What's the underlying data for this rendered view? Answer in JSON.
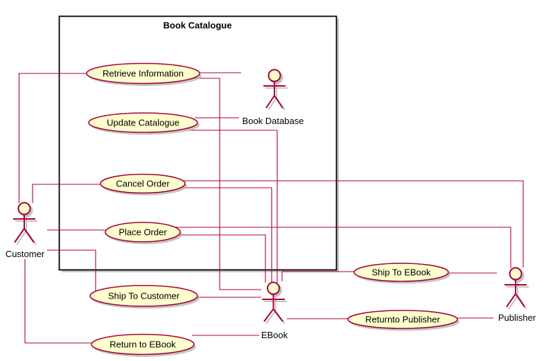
{
  "diagram": {
    "type": "uml-use-case-diagram",
    "title": "Book Catalogue",
    "colors": {
      "usecase_fill": "#FEFECE",
      "line_stroke": "#A80036",
      "boundary_border": "#000000",
      "shadow": "#B4B4B4",
      "text": "#000000",
      "background": "#FFFFFF"
    },
    "boundary": {
      "label": "Book Catalogue"
    },
    "actors": [
      {
        "id": "customer",
        "label": "Customer"
      },
      {
        "id": "book-database",
        "label": "Book Database"
      },
      {
        "id": "ebook",
        "label": "EBook"
      },
      {
        "id": "publisher",
        "label": "Publisher"
      }
    ],
    "use_cases": [
      {
        "id": "retrieve-information",
        "label": "Retrieve Information",
        "inside_boundary": true
      },
      {
        "id": "update-catalogue",
        "label": "Update Catalogue",
        "inside_boundary": true
      },
      {
        "id": "cancel-order",
        "label": "Cancel Order",
        "inside_boundary": true
      },
      {
        "id": "place-order",
        "label": "Place Order",
        "inside_boundary": true
      },
      {
        "id": "ship-to-customer",
        "label": "Ship To Customer",
        "inside_boundary": false
      },
      {
        "id": "return-to-ebook",
        "label": "Return to EBook",
        "inside_boundary": false
      },
      {
        "id": "ship-to-ebook",
        "label": "Ship To EBook",
        "inside_boundary": false
      },
      {
        "id": "returnto-publisher",
        "label": "Returnto Publisher",
        "inside_boundary": false
      }
    ],
    "associations": [
      {
        "from": "Customer",
        "to": "Retrieve Information"
      },
      {
        "from": "Customer",
        "to": "Cancel Order"
      },
      {
        "from": "Customer",
        "to": "Place Order"
      },
      {
        "from": "Customer",
        "to": "Ship To Customer"
      },
      {
        "from": "Customer",
        "to": "Return to EBook"
      },
      {
        "from": "Book Database",
        "to": "Retrieve Information"
      },
      {
        "from": "Book Database",
        "to": "Update Catalogue"
      },
      {
        "from": "EBook",
        "to": "Retrieve Information"
      },
      {
        "from": "EBook",
        "to": "Update Catalogue"
      },
      {
        "from": "EBook",
        "to": "Cancel Order"
      },
      {
        "from": "EBook",
        "to": "Place Order"
      },
      {
        "from": "EBook",
        "to": "Ship To Customer"
      },
      {
        "from": "EBook",
        "to": "Ship To EBook"
      },
      {
        "from": "EBook",
        "to": "Returnto Publisher"
      },
      {
        "from": "EBook",
        "to": "Return to EBook"
      },
      {
        "from": "Publisher",
        "to": "Cancel Order"
      },
      {
        "from": "Publisher",
        "to": "Place Order"
      },
      {
        "from": "Publisher",
        "to": "Ship To EBook"
      },
      {
        "from": "Publisher",
        "to": "Returnto Publisher"
      }
    ]
  }
}
